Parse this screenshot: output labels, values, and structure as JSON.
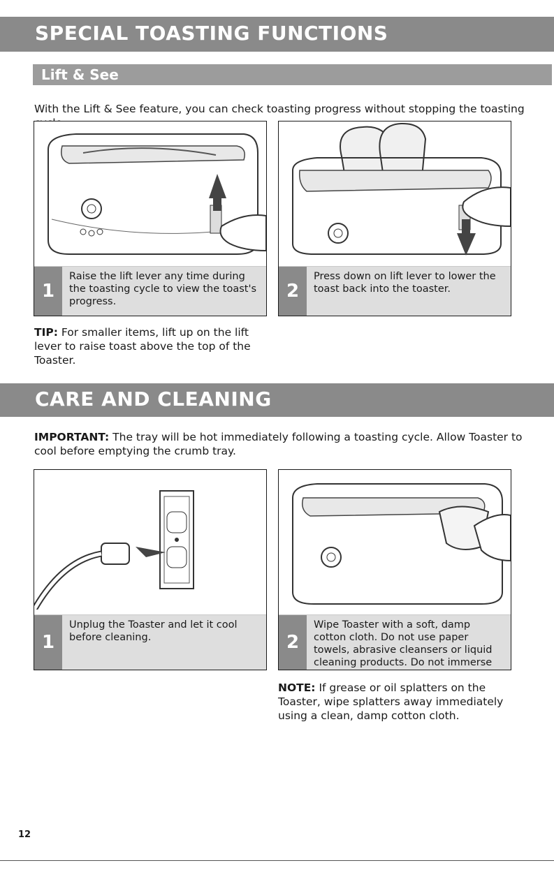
{
  "sections": {
    "special": "SPECIAL TOASTING FUNCTIONS",
    "lift_see": "Lift & See",
    "care": "CARE AND CLEANING"
  },
  "lift_intro": "With the Lift & See feature, you can check toasting progress without stopping the toasting cycle.",
  "lift_steps": [
    {
      "num": "1",
      "text": "Raise the lift lever any time during the toasting cycle to view the toast's progress."
    },
    {
      "num": "2",
      "text": "Press down on lift lever to lower the toast back into the toaster."
    }
  ],
  "tip": {
    "label": "TIP:",
    "text": "For smaller items, lift up on the lift lever to raise toast above the top of the Toaster."
  },
  "important": {
    "label": "IMPORTANT:",
    "text": "The tray will be hot immediately following a toasting cycle. Allow Toaster to cool before emptying the crumb tray."
  },
  "care_steps": [
    {
      "num": "1",
      "text": "Unplug the Toaster and let it cool before cleaning."
    },
    {
      "num": "2",
      "text": "Wipe Toaster with a soft, damp cotton cloth. Do not use paper towels, abrasive cleansers or liquid cleaning products. Do not immerse Toaster in water."
    }
  ],
  "note": {
    "label": "NOTE:",
    "text": "If grease or oil splatters on the Toaster, wipe splatters away immediately using a clean, damp cotton cloth."
  },
  "page_number": "12"
}
